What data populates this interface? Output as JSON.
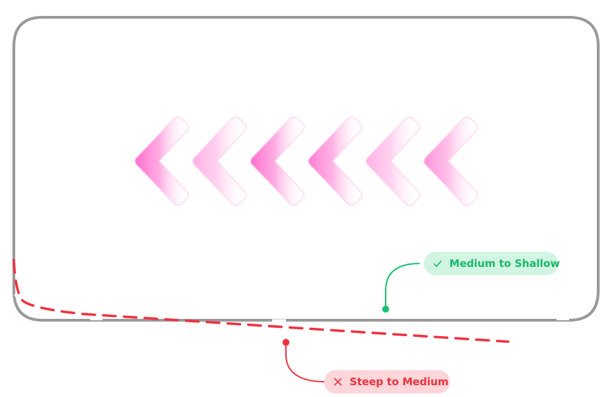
{
  "diagram": {
    "title": "Slope transition comparison",
    "colors": {
      "frame": "#9a9a9a",
      "chevron": "#ff6fcf",
      "good": "#1bc173",
      "good_bg": "#d2f5e3",
      "bad": "#f03040",
      "bad_bg": "#ffd6da"
    },
    "chevrons": {
      "count": 6,
      "direction": "left",
      "intensities": [
        1.0,
        0.55,
        1.0,
        0.9,
        0.55,
        0.75
      ]
    },
    "annotations": [
      {
        "id": "good",
        "status": "correct",
        "icon": "check-icon",
        "label": "Medium to Shallow"
      },
      {
        "id": "bad",
        "status": "incorrect",
        "icon": "x-icon",
        "label": "Steep to Medium"
      }
    ]
  }
}
